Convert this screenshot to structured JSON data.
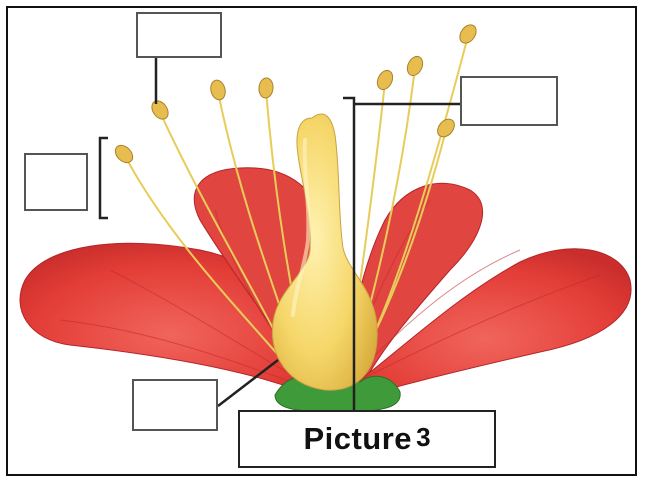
{
  "diagram": {
    "caption": {
      "word": "Picture",
      "number": "3"
    },
    "colors": {
      "petal": "#e53a36",
      "petal_dark": "#b3242a",
      "stamen": "#e8cc5a",
      "pistil": "#f2d46a",
      "sepal": "#3f9a3a",
      "line": "#222222"
    },
    "label_boxes": [
      {
        "name": "top-left-label",
        "text": ""
      },
      {
        "name": "left-label",
        "text": ""
      },
      {
        "name": "right-label",
        "text": ""
      },
      {
        "name": "bottom-left-label",
        "text": ""
      }
    ]
  }
}
